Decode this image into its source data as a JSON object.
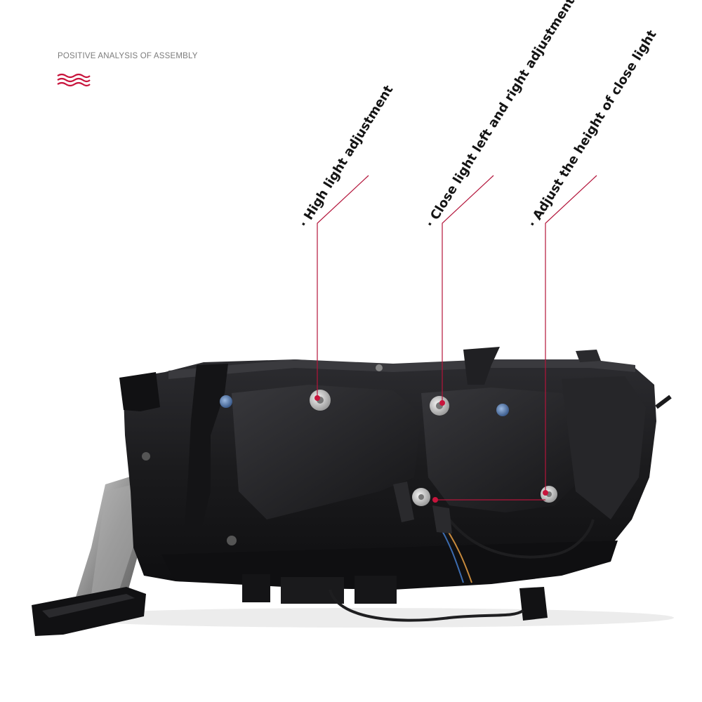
{
  "header": {
    "title": "POSITIVE ANALYSIS OF ASSEMBLY"
  },
  "callouts": [
    {
      "label": "High light adjustment"
    },
    {
      "label": "Close light left and right adjustment"
    },
    {
      "label": "Adjust the height of close light"
    }
  ],
  "colors": {
    "accent": "#c8143c",
    "leader_line": "#b3143a",
    "housing": "#1c1c1e",
    "label_text": "#141414",
    "title_text": "#7c7c7c"
  },
  "icons": {
    "title_mark": "wave-icon",
    "callout_bullet": "bullet-dot"
  }
}
